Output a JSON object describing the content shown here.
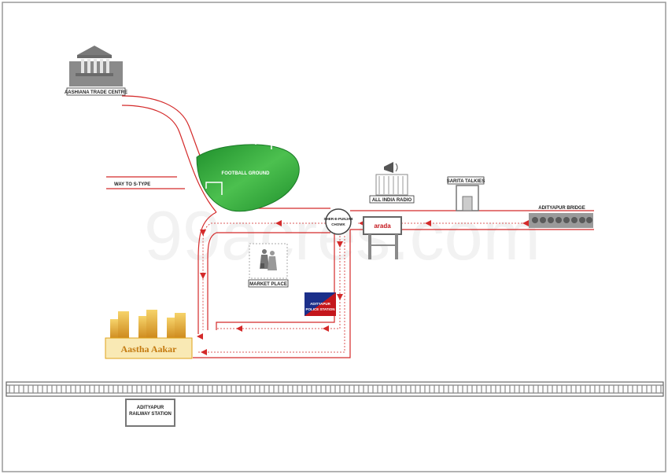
{
  "map": {
    "landmarks": {
      "trade_centre": "AASHIANA TRADE CENTRE",
      "way_s_type": "WAY TO S-TYPE",
      "football_ground": "FOOTBALL GROUND",
      "all_india_radio": "ALL INDIA RADIO",
      "sarita_talkies": "SARITA TALKIES",
      "adityapur_bridge": "ADITYAPUR BRIDGE",
      "chowk_line1": "SHER-E-PUNJAB",
      "chowk_line2": "CHOWK",
      "market_place": "MARKET PLACE",
      "police_line1": "ADITYAPUR",
      "police_line2": "POLICE STATION",
      "project_name": "Aastha Aakar",
      "railway_line1": "ADITYAPUR",
      "railway_line2": "RAILWAY STATION",
      "signboard_logo": "arada"
    },
    "watermark": "99acres.com",
    "colors": {
      "road": "#d42a2a",
      "ground": "#2fa83a",
      "building": "#7a7a7a",
      "project": "#e8a21a",
      "police_blue": "#1b2f8a",
      "police_red": "#c4161c"
    }
  }
}
